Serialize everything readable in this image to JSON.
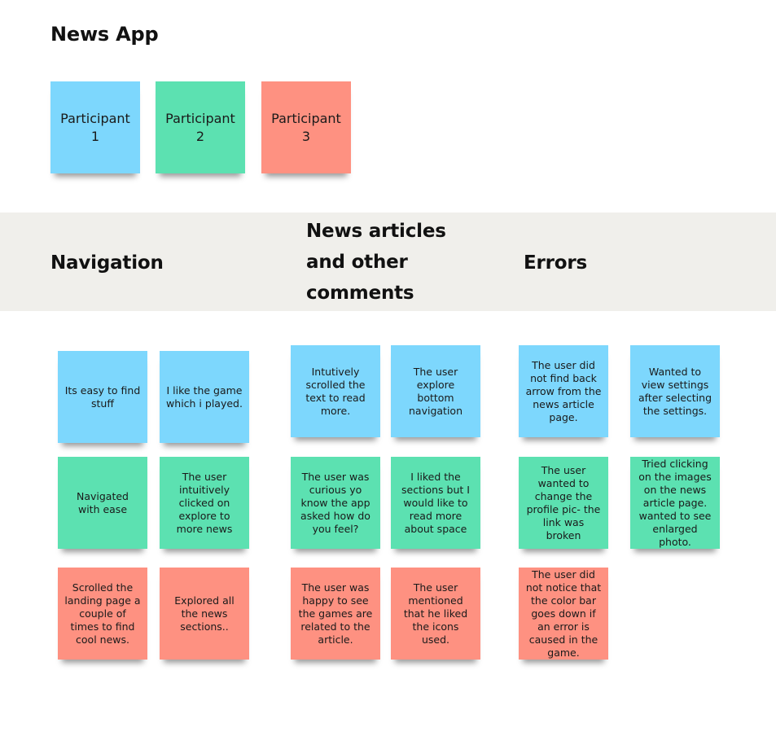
{
  "board_title": "News App",
  "colors": {
    "participant_1": "#7dd7fd",
    "participant_2": "#5ce1b1",
    "participant_3": "#fe9181",
    "section_band": "#f0efeb"
  },
  "legend": [
    {
      "participant": 1,
      "label": "Participant 1"
    },
    {
      "participant": 2,
      "label": "Participant 2"
    },
    {
      "participant": 3,
      "label": "Participant 3"
    }
  ],
  "sections": [
    {
      "title": "Navigation",
      "notes": [
        {
          "participant": 1,
          "text": "Its easy to find stuff"
        },
        {
          "participant": 1,
          "text": "I like the game which i played."
        },
        {
          "participant": 2,
          "text": "Navigated with ease"
        },
        {
          "participant": 2,
          "text": "The user intuitively clicked on explore to more news"
        },
        {
          "participant": 3,
          "text": "Scrolled the landing page a couple of times to find cool news."
        },
        {
          "participant": 3,
          "text": "Explored all the news sections.."
        }
      ]
    },
    {
      "title": "News articles and other comments",
      "notes": [
        {
          "participant": 1,
          "text": "Intutively scrolled the text to read more."
        },
        {
          "participant": 1,
          "text": "The user explore bottom navigation"
        },
        {
          "participant": 2,
          "text": "The user was curious yo know the app asked how do you feel?"
        },
        {
          "participant": 2,
          "text": "I liked the sections but I would like to read more about space"
        },
        {
          "participant": 3,
          "text": "The user was happy to see the games are related to the article."
        },
        {
          "participant": 3,
          "text": "The user mentioned that he liked the icons used."
        }
      ]
    },
    {
      "title": "Errors",
      "notes": [
        {
          "participant": 1,
          "text": "The user did not find back arrow from the news article page."
        },
        {
          "participant": 1,
          "text": "Wanted to view settings after selecting the settings."
        },
        {
          "participant": 2,
          "text": "The user wanted to change the profile pic- the link was broken"
        },
        {
          "participant": 2,
          "text": "Tried clicking on the images on the news article page. wanted to see enlarged photo."
        },
        {
          "participant": 3,
          "text": "The user did not notice that the color bar goes down if an error is caused in the game."
        }
      ]
    }
  ]
}
